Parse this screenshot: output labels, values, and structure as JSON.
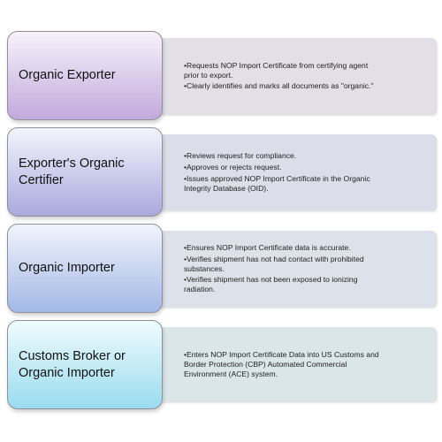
{
  "stages": [
    {
      "title_lines": [
        "Organic Exporter"
      ],
      "box_gradient": [
        "#f7f2fb",
        "#c2a9dc"
      ],
      "panel_color": "#e2dfe6",
      "bullets": [
        {
          "lines": [
            "•Requests NOP Import Certificate from certifying agent",
            "  prior to export."
          ]
        },
        {
          "lines": [
            "•Clearly  identifies and marks all documents as \"organic.\""
          ]
        }
      ]
    },
    {
      "title_lines": [
        "Exporter's Organic",
        "Certifier"
      ],
      "box_gradient": [
        "#f4f4fc",
        "#a9a9de"
      ],
      "panel_color": "#dddde9",
      "bullets": [
        {
          "lines": [
            "•Reviews request for compliance."
          ]
        },
        {
          "lines": [
            "•Approves or rejects request."
          ]
        },
        {
          "lines": [
            "•Issues approved NOP Import Certificate in the Organic",
            "  Integrity Database (OID)."
          ]
        }
      ]
    },
    {
      "title_lines": [
        "Organic Importer"
      ],
      "box_gradient": [
        "#f1f4fc",
        "#a3b8e6"
      ],
      "panel_color": "#dde2ea",
      "bullets": [
        {
          "lines": [
            "•Ensures NOP Import Certificate data is accurate."
          ]
        },
        {
          "lines": [
            "•Verifies shipment has not had contact with prohibited",
            "  substances."
          ]
        },
        {
          "lines": [
            "•Verifies shipment has not been exposed to ionizing",
            "  radiation."
          ]
        }
      ]
    },
    {
      "title_lines": [
        "Customs Broker or",
        "Organic Importer"
      ],
      "box_gradient": [
        "#f0fbfd",
        "#99dcef"
      ],
      "panel_color": "#dbe6e9",
      "bullets": [
        {
          "lines": [
            "•Enters NOP Import Certificate Data into US Customs and",
            "  Border Protection (CBP) Automated Commercial",
            "  Environment (ACE) system."
          ]
        }
      ]
    }
  ]
}
